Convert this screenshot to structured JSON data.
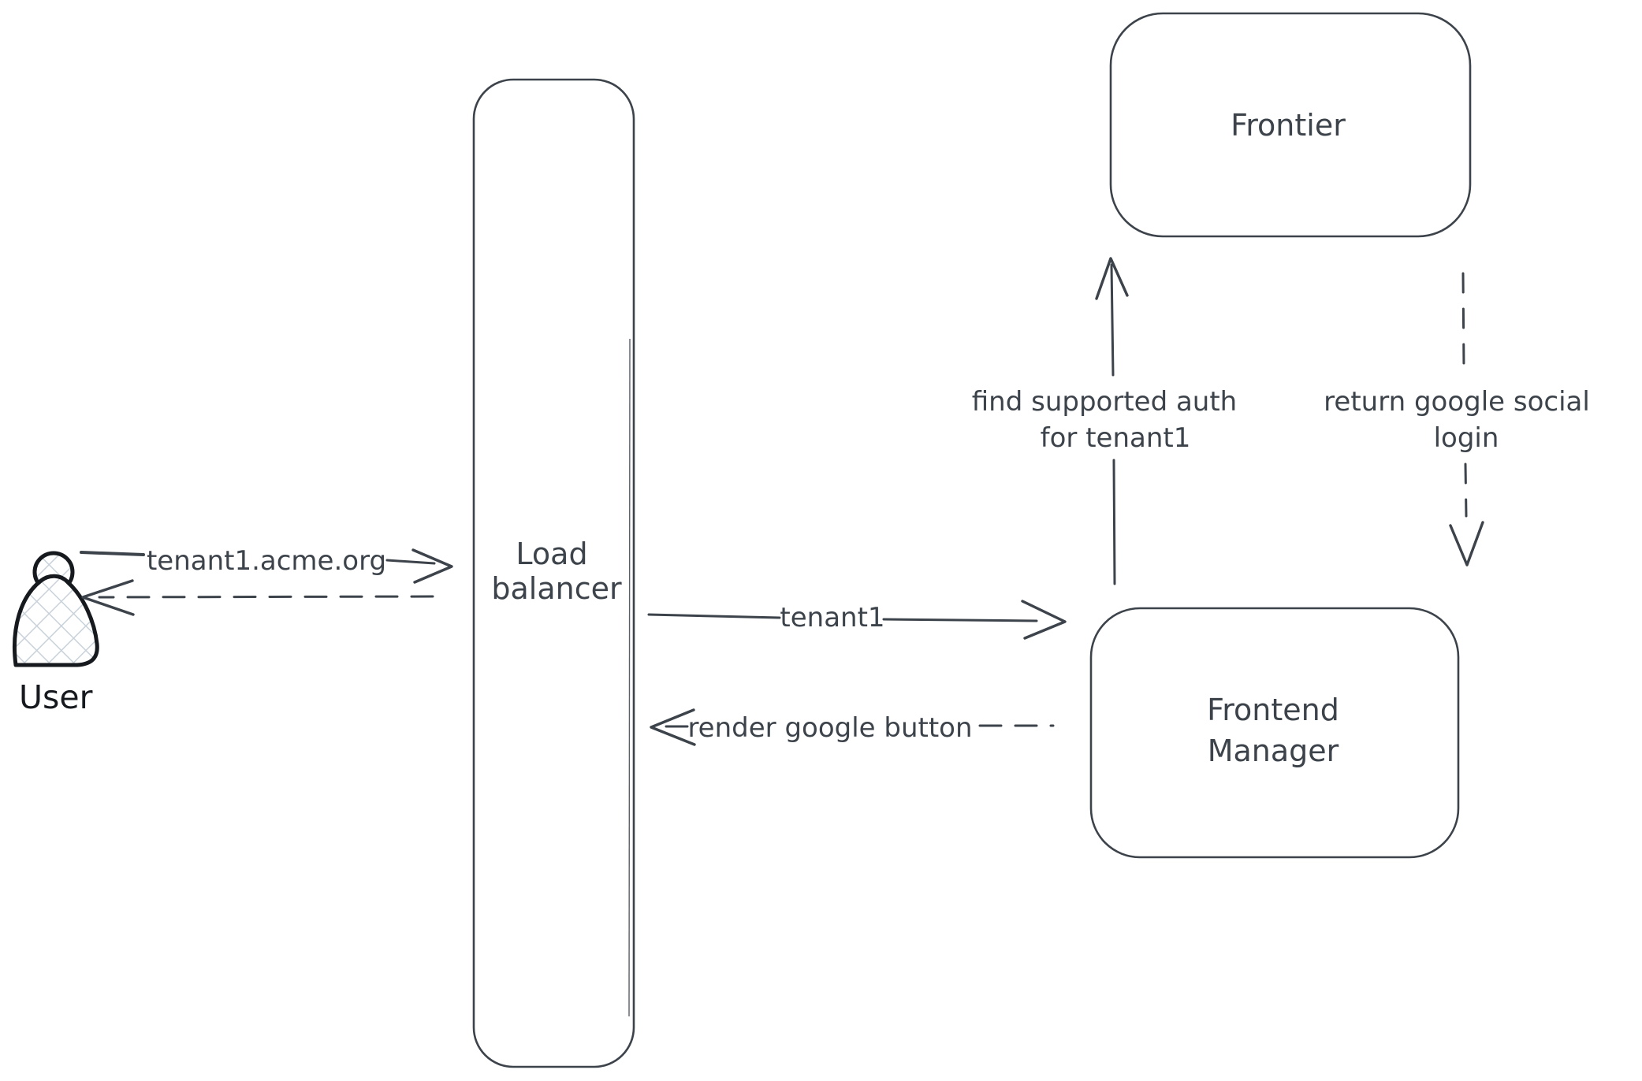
{
  "colors": {
    "background": "#ffffff",
    "stroke": "#3d434b",
    "actor_stroke": "#16191d",
    "hatch_fill": "#c9d2da"
  },
  "nodes": {
    "user": {
      "label": "User",
      "icon": "person-icon"
    },
    "load_balancer": {
      "label_lines": [
        "Load",
        "balancer"
      ]
    },
    "frontier": {
      "label": "Frontier"
    },
    "frontend_manager": {
      "label_lines": [
        "Frontend",
        "Manager"
      ]
    }
  },
  "edges": {
    "user_to_load_balancer": {
      "label": "tenant1.acme.org",
      "line_style": "solid",
      "direction": "right"
    },
    "load_balancer_to_user": {
      "line_style": "dashed",
      "direction": "left"
    },
    "load_balancer_to_frontend_manager": {
      "label": "tenant1",
      "line_style": "solid",
      "direction": "right"
    },
    "frontend_manager_to_load_balancer": {
      "label": "render google button",
      "line_style": "dashed",
      "direction": "left"
    },
    "frontend_manager_to_frontier": {
      "label_lines": [
        "find supported auth",
        "for tenant1"
      ],
      "line_style": "solid",
      "direction": "up"
    },
    "frontier_to_frontend_manager": {
      "label_lines": [
        "return google social",
        "login"
      ],
      "line_style": "dashed",
      "direction": "down"
    }
  }
}
